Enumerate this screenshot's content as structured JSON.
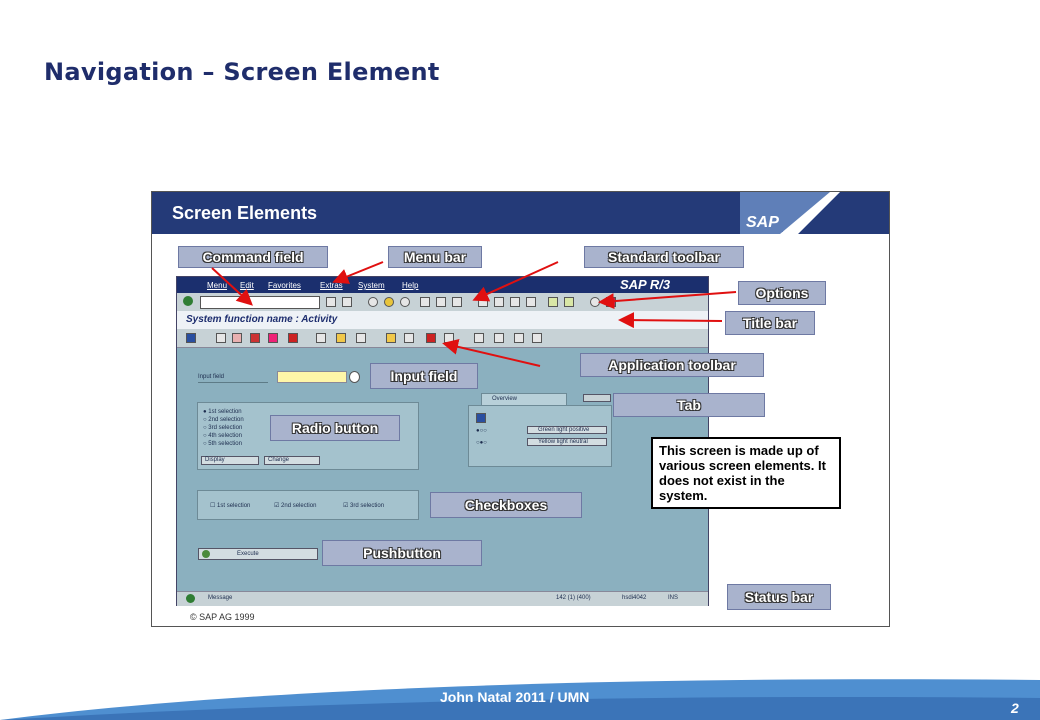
{
  "slide": {
    "title": "Navigation – Screen Element",
    "footer": "John Natal 2011 / UMN",
    "page_number": "2"
  },
  "figure": {
    "header_title": "Screen Elements",
    "sap_logo": "SAP",
    "copyright": "© SAP AG 1999",
    "note": "This screen is made up of various screen elements. It does not exist in the system.",
    "callouts": {
      "command_field": "Command field",
      "menu_bar": "Menu bar",
      "standard_toolbar": "Standard toolbar",
      "options": "Options",
      "title_bar": "Title bar",
      "application_toolbar": "Application toolbar",
      "input_field": "Input field",
      "tab": "Tab",
      "radio_button": "Radio button",
      "checkboxes": "Checkboxes",
      "pushbutton": "Pushbutton",
      "status_bar": "Status bar"
    }
  },
  "sap_window": {
    "menu": [
      "Menu",
      "Edit",
      "Favorites",
      "Extras",
      "System",
      "Help"
    ],
    "logo": "SAP R/3",
    "title_text": "System function name : Activity",
    "input_label": "Input field",
    "radio_options": [
      "1st selection",
      "2nd selection",
      "3rd selection",
      "4th selection",
      "5th selection"
    ],
    "display_button": "Display",
    "change_button": "Change",
    "tab_label": "Overview",
    "traffic_rows": [
      "Green light positive",
      "Yellow light neutral"
    ],
    "checkboxes": [
      {
        "label": "1st selection",
        "checked": false
      },
      {
        "label": "2nd selection",
        "checked": true
      },
      {
        "label": "3rd selection",
        "checked": true
      }
    ],
    "execute_button": "Execute",
    "status": {
      "message": "Message",
      "session": "142 (1) (400)",
      "server": "hsdi4042",
      "mode": "INS"
    }
  },
  "colors": {
    "title": "#1f2d6b",
    "header": "#243a78",
    "callout_fill": "#a9b3cd",
    "arrow": "#e01010",
    "sap_window": "#8bb0bf",
    "footer_wave": "#4f8fd0"
  }
}
